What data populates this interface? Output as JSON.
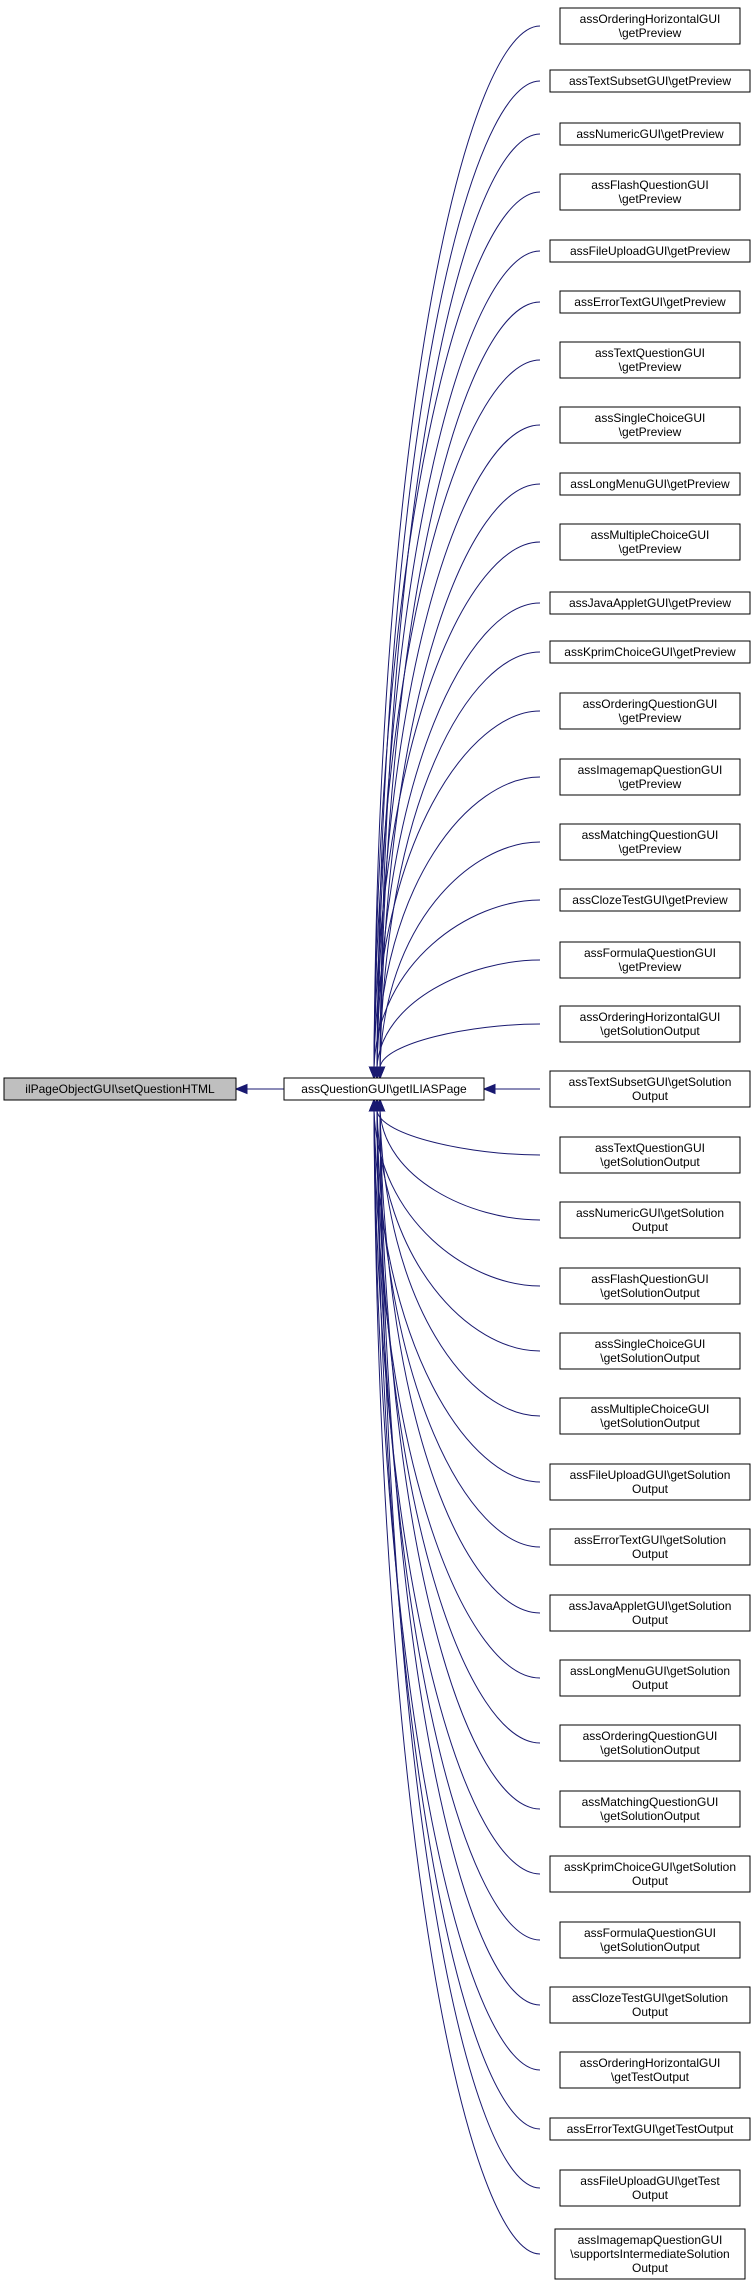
{
  "graph": {
    "colors": {
      "edge": "#191970",
      "root_fill": "#bfbfbf",
      "node_fill": "#ffffff",
      "node_border": "#000000"
    },
    "root": {
      "label": [
        "ilPageObjectGUI\\setQuestionHTML"
      ]
    },
    "center": {
      "label": [
        "assQuestionGUI\\getILIASPage"
      ]
    },
    "callers": [
      {
        "label": [
          "assOrderingHorizontalGUI",
          "\\getPreview"
        ]
      },
      {
        "label": [
          "assTextSubsetGUI\\getPreview"
        ]
      },
      {
        "label": [
          "assNumericGUI\\getPreview"
        ]
      },
      {
        "label": [
          "assFlashQuestionGUI",
          "\\getPreview"
        ]
      },
      {
        "label": [
          "assFileUploadGUI\\getPreview"
        ]
      },
      {
        "label": [
          "assErrorTextGUI\\getPreview"
        ]
      },
      {
        "label": [
          "assTextQuestionGUI",
          "\\getPreview"
        ]
      },
      {
        "label": [
          "assSingleChoiceGUI",
          "\\getPreview"
        ]
      },
      {
        "label": [
          "assLongMenuGUI\\getPreview"
        ]
      },
      {
        "label": [
          "assMultipleChoiceGUI",
          "\\getPreview"
        ]
      },
      {
        "label": [
          "assJavaAppletGUI\\getPreview"
        ]
      },
      {
        "label": [
          "assKprimChoiceGUI\\getPreview"
        ]
      },
      {
        "label": [
          "assOrderingQuestionGUI",
          "\\getPreview"
        ]
      },
      {
        "label": [
          "assImagemapQuestionGUI",
          "\\getPreview"
        ]
      },
      {
        "label": [
          "assMatchingQuestionGUI",
          "\\getPreview"
        ]
      },
      {
        "label": [
          "assClozeTestGUI\\getPreview"
        ]
      },
      {
        "label": [
          "assFormulaQuestionGUI",
          "\\getPreview"
        ]
      },
      {
        "label": [
          "assOrderingHorizontalGUI",
          "\\getSolutionOutput"
        ]
      },
      {
        "label": [
          "assTextSubsetGUI\\getSolution",
          "Output"
        ]
      },
      {
        "label": [
          "assTextQuestionGUI",
          "\\getSolutionOutput"
        ]
      },
      {
        "label": [
          "assNumericGUI\\getSolution",
          "Output"
        ]
      },
      {
        "label": [
          "assFlashQuestionGUI",
          "\\getSolutionOutput"
        ]
      },
      {
        "label": [
          "assSingleChoiceGUI",
          "\\getSolutionOutput"
        ]
      },
      {
        "label": [
          "assMultipleChoiceGUI",
          "\\getSolutionOutput"
        ]
      },
      {
        "label": [
          "assFileUploadGUI\\getSolution",
          "Output"
        ]
      },
      {
        "label": [
          "assErrorTextGUI\\getSolution",
          "Output"
        ]
      },
      {
        "label": [
          "assJavaAppletGUI\\getSolution",
          "Output"
        ]
      },
      {
        "label": [
          "assLongMenuGUI\\getSolution",
          "Output"
        ]
      },
      {
        "label": [
          "assOrderingQuestionGUI",
          "\\getSolutionOutput"
        ]
      },
      {
        "label": [
          "assMatchingQuestionGUI",
          "\\getSolutionOutput"
        ]
      },
      {
        "label": [
          "assKprimChoiceGUI\\getSolution",
          "Output"
        ]
      },
      {
        "label": [
          "assFormulaQuestionGUI",
          "\\getSolutionOutput"
        ]
      },
      {
        "label": [
          "assClozeTestGUI\\getSolution",
          "Output"
        ]
      },
      {
        "label": [
          "assOrderingHorizontalGUI",
          "\\getTestOutput"
        ]
      },
      {
        "label": [
          "assErrorTextGUI\\getTestOutput"
        ]
      },
      {
        "label": [
          "assFileUploadGUI\\getTest",
          "Output"
        ]
      },
      {
        "label": [
          "assImagemapQuestionGUI",
          "\\supportsIntermediateSolution",
          "Output"
        ]
      }
    ]
  }
}
